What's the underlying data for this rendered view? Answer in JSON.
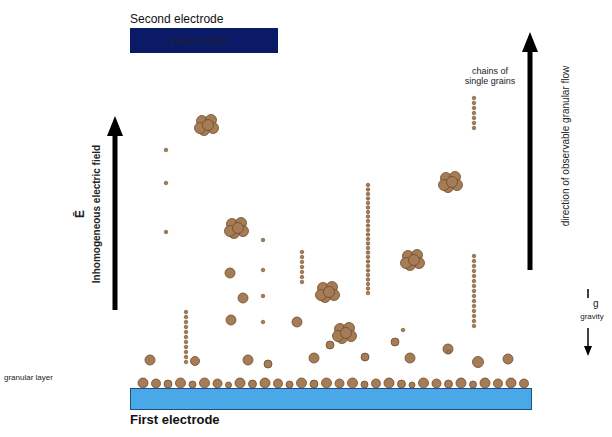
{
  "diagram": {
    "nodes": [
      {
        "text": [
          "Second electrode"
        ]
      },
      {
        "text": [
          "First electrode"
        ]
      }
    ],
    "labels": [
      "granular clusters",
      "Ē",
      "Inhomogeneous electric field",
      "chains of single grains",
      "direction of observable granular flow",
      "g",
      "gravity",
      "granular layer"
    ]
  }
}
